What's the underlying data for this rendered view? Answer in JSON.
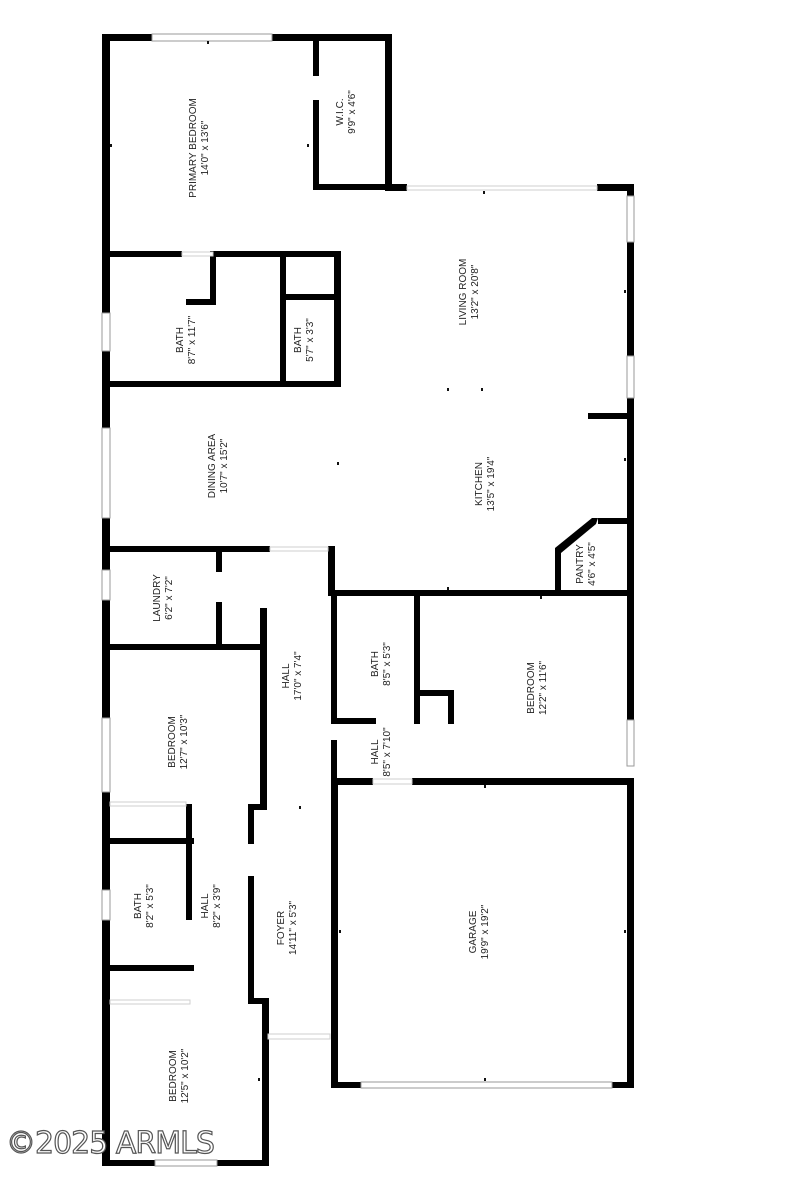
{
  "rooms": [
    {
      "id": "primary-bedroom",
      "name": "PRIMARY BEDROOM",
      "dims": "14'0\" x 13'6\""
    },
    {
      "id": "wic",
      "name": "W.I.C.",
      "dims": "9'9\" x 4'6\""
    },
    {
      "id": "living-room",
      "name": "LIVING ROOM",
      "dims": "13'2\" x 20'8\""
    },
    {
      "id": "bath-1",
      "name": "BATH",
      "dims": "8'7\" x 11'7\""
    },
    {
      "id": "bath-2",
      "name": "BATH",
      "dims": "5'7\" x 3'3\""
    },
    {
      "id": "dining-area",
      "name": "DINING AREA",
      "dims": "10'7\" x 15'2\""
    },
    {
      "id": "kitchen",
      "name": "KITCHEN",
      "dims": "13'5\" x 19'4\""
    },
    {
      "id": "pantry",
      "name": "PANTRY",
      "dims": "4'6\" x 4'5\""
    },
    {
      "id": "laundry",
      "name": "LAUNDRY",
      "dims": "6'2\" x 7'2\""
    },
    {
      "id": "hall-1",
      "name": "HALL",
      "dims": "17'0\" x 7'4\""
    },
    {
      "id": "bath-3",
      "name": "BATH",
      "dims": "8'5\" x 5'3\""
    },
    {
      "id": "bedroom-1",
      "name": "BEDROOM",
      "dims": "12'2\" x 11'6\""
    },
    {
      "id": "bedroom-2",
      "name": "BEDROOM",
      "dims": "12'7\" x 10'3\""
    },
    {
      "id": "hall-2",
      "name": "HALL",
      "dims": "8'5\" x 7'10\""
    },
    {
      "id": "bath-4",
      "name": "BATH",
      "dims": "8'2\" x 5'3\""
    },
    {
      "id": "hall-3",
      "name": "HALL",
      "dims": "8'2\" x 3'9\""
    },
    {
      "id": "foyer",
      "name": "FOYER",
      "dims": "14'11\" x 5'3\""
    },
    {
      "id": "garage",
      "name": "GARAGE",
      "dims": "19'9\" x 19'2\""
    },
    {
      "id": "bedroom-3",
      "name": "BEDROOM",
      "dims": "12'5\" x 10'2\""
    }
  ],
  "copyright": "©2025 ARMLS"
}
